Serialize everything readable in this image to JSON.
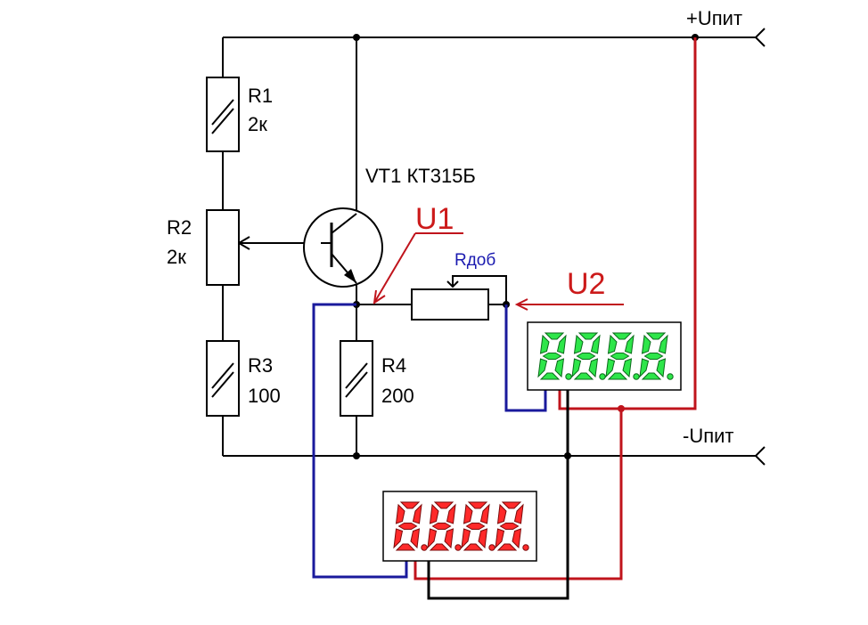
{
  "rails": {
    "pos_label": "+Uпит",
    "neg_label": "-Uпит"
  },
  "components": {
    "r1": {
      "name": "R1",
      "value": "2к"
    },
    "r2": {
      "name": "R2",
      "value": "2к"
    },
    "r3": {
      "name": "R3",
      "value": "100"
    },
    "r4": {
      "name": "R4",
      "value": "200"
    },
    "vt1": {
      "label": "VT1 КТ315Б"
    },
    "rdob": {
      "label": "Rдоб"
    }
  },
  "annotations": {
    "u1": "U1",
    "u2": "U2"
  },
  "displays": {
    "voltmeter_u2": {
      "color": "#2ee64a",
      "digits": 4
    },
    "voltmeter_u1": {
      "color": "#ff2a2a",
      "digits": 4
    }
  },
  "colors": {
    "red_wire": "#c0141c",
    "blue_wire": "#1a1a9c",
    "black_wire": "#000000"
  }
}
